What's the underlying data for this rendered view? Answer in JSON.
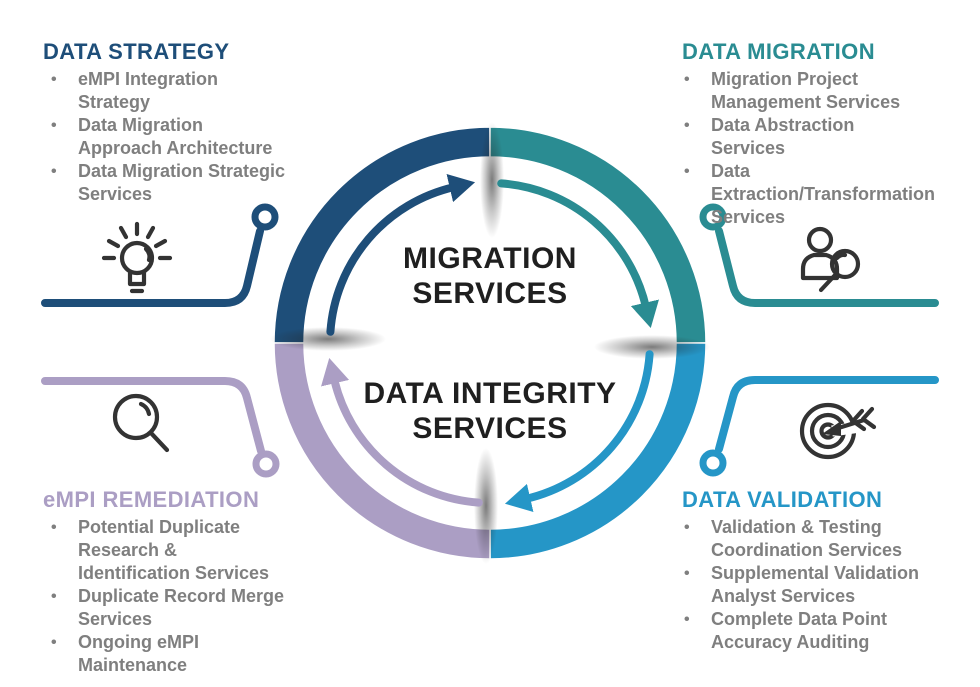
{
  "colors": {
    "strategy": "#1e4e79",
    "migration": "#2a8c92",
    "validation": "#2596c7",
    "remediation": "#ab9ec4",
    "body_text": "#7f7f7f",
    "center_text": "#1f1f1f",
    "icon": "#333333"
  },
  "center": {
    "top_label": "MIGRATION SERVICES",
    "bottom_label": "DATA INTEGRITY SERVICES"
  },
  "sections": {
    "strategy": {
      "title": "DATA STRATEGY",
      "icon": "lightbulb-icon",
      "items": [
        "eMPI Integration Strategy",
        "Data Migration Approach Architecture",
        "Data Migration Strategic Services"
      ]
    },
    "migration": {
      "title": "DATA MIGRATION",
      "icon": "person-search-icon",
      "items": [
        "Migration Project Management Services",
        "Data Abstraction Services",
        "Data Extraction/Transformation Services"
      ]
    },
    "remediation": {
      "title": "eMPI REMEDIATION",
      "icon": "magnifier-icon",
      "items": [
        "Potential Duplicate Research & Identification Services",
        "Duplicate Record Merge Services",
        "Ongoing eMPI Maintenance"
      ]
    },
    "validation": {
      "title": "DATA VALIDATION",
      "icon": "target-arrow-icon",
      "items": [
        "Validation & Testing Coordination Services",
        "Supplemental Validation Analyst Services",
        "Complete Data Point Accuracy Auditing"
      ]
    }
  }
}
